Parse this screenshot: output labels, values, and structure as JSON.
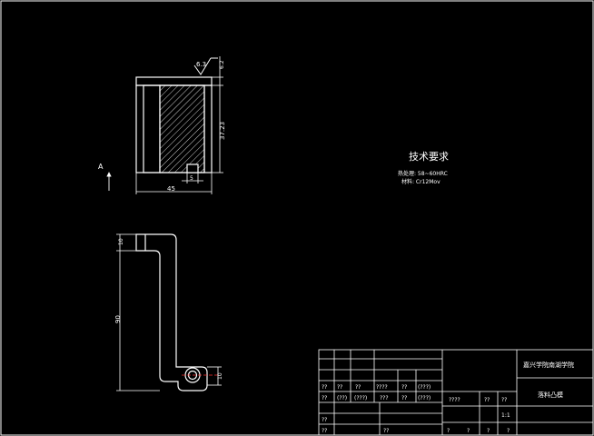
{
  "colors": {
    "background": "#000000",
    "line": "#ffffff",
    "dimension_red": "#ff3030"
  },
  "drawing": {
    "top_view": {
      "roughness": "6.3",
      "dim_top_small": "6.2",
      "dim_height": "37.23",
      "dim_width": "45",
      "dim_slot": "5",
      "view_arrow_label": "A"
    },
    "lower_view": {
      "dim_top": "10",
      "dim_height": "90",
      "dim_bottom": "10"
    }
  },
  "tech_requirements": {
    "title": "技术要求",
    "lines": [
      "热处理: 58~60HRC",
      "材料: Cr12Mov"
    ]
  },
  "title_block": {
    "school": "嘉兴学院南湖学院",
    "part_name": "落料凸模",
    "scale": "1:1",
    "row1": [
      "??",
      "??",
      "??",
      "????",
      "??",
      "(???)"
    ],
    "row2": [
      "??",
      "(??)",
      "(???)",
      "???",
      "??",
      "(???)"
    ],
    "row2_right": [
      "????",
      "??",
      "??"
    ],
    "row4": [
      "??"
    ],
    "row5": [
      "??",
      "??"
    ],
    "row5_right": [
      "?",
      "?",
      "?",
      "?"
    ]
  }
}
